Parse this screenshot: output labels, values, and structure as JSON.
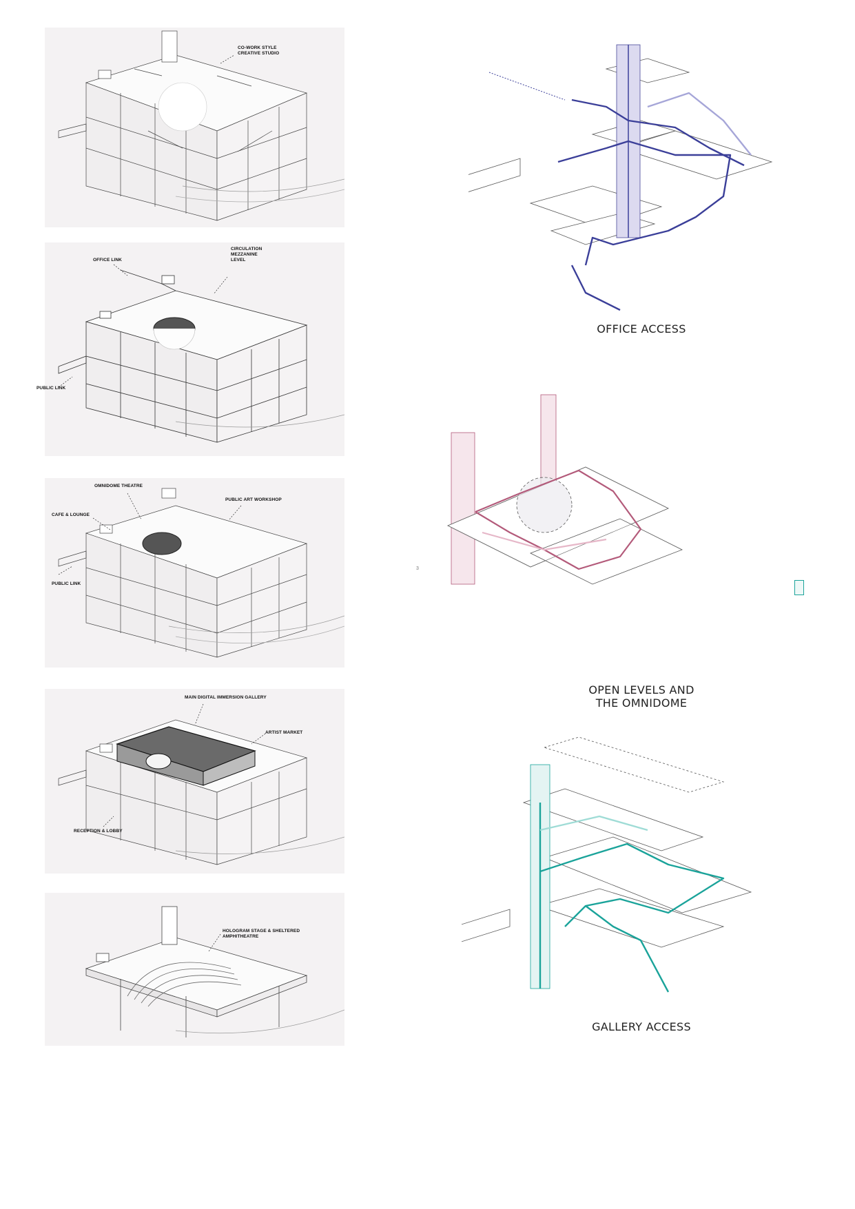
{
  "left_panels": [
    {
      "id": "level-office",
      "labels": [
        {
          "key": "cowork",
          "text": "CO-WORK STYLE\nCREATIVE STUDIO"
        }
      ]
    },
    {
      "id": "level-mezzanine",
      "labels": [
        {
          "key": "office_link",
          "text": "OFFICE LINK"
        },
        {
          "key": "circulation",
          "text": "CIRCULATION\nMEZZANINE\nLEVEL"
        },
        {
          "key": "public_link",
          "text": "PUBLIC LINK"
        }
      ]
    },
    {
      "id": "level-theatre",
      "labels": [
        {
          "key": "omnidome",
          "text": "OMNIDOME THEATRE"
        },
        {
          "key": "public_art",
          "text": "PUBLIC ART WORKSHOP"
        },
        {
          "key": "cafe",
          "text": "CAFE & LOUNGE"
        },
        {
          "key": "public_link",
          "text": "PUBLIC LINK"
        }
      ]
    },
    {
      "id": "level-gallery",
      "labels": [
        {
          "key": "main_gallery",
          "text": "MAIN DIGITAL IMMERSION GALLERY"
        },
        {
          "key": "artist_market",
          "text": "ARTIST MARKET"
        },
        {
          "key": "reception",
          "text": "RECEPTION & LOBBY"
        }
      ]
    },
    {
      "id": "level-ground",
      "labels": [
        {
          "key": "hologram",
          "text": "HOLOGRAM STAGE & SHELTERED\nAMPHITHEATRE"
        }
      ]
    }
  ],
  "right_diagrams": [
    {
      "id": "office-access",
      "caption": "OFFICE ACCESS",
      "route_color": "#3b3f99",
      "route_light": "#a6a6d8"
    },
    {
      "id": "open-levels",
      "caption": "OPEN LEVELS AND\nTHE OMNIDOME",
      "route_color": "#b35a7a",
      "route_light": "#e6b7c8"
    },
    {
      "id": "gallery-access",
      "caption": "GALLERY ACCESS",
      "route_color": "#1aa39a",
      "route_light": "#9fdcd6"
    }
  ],
  "page_marker": "3"
}
